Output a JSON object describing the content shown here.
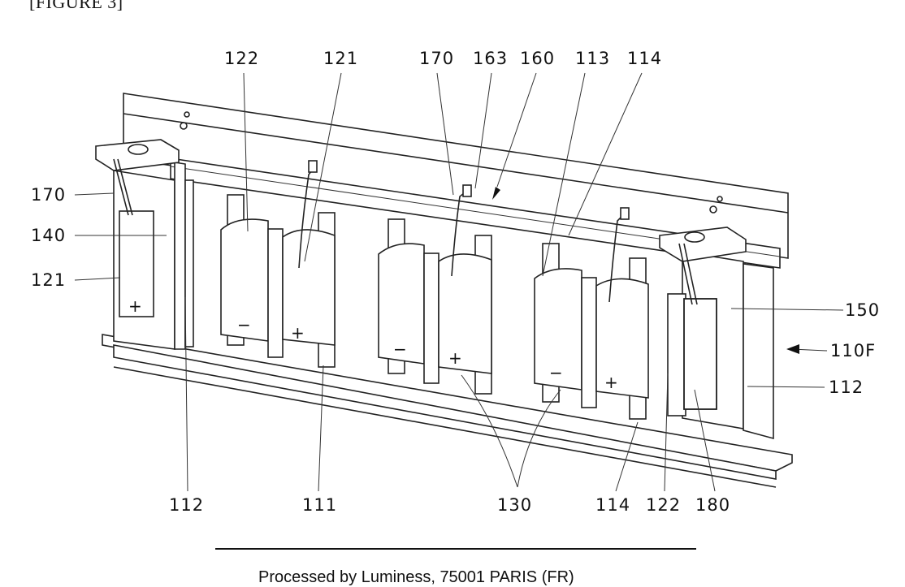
{
  "figure_label": "[FIGURE 3]",
  "footer": "Processed by Luminess, 75001 PARIS (FR)",
  "signs": {
    "plus": "+",
    "minus": "−"
  },
  "labels": {
    "top_122": "122",
    "top_121": "121",
    "top_170": "170",
    "top_163": "163",
    "top_160": "160",
    "top_113": "113",
    "top_114": "114",
    "left_170": "170",
    "left_140": "140",
    "left_121": "121",
    "right_150": "150",
    "right_110F": "110F",
    "right_112": "112",
    "bottom_112": "112",
    "bottom_111": "111",
    "bottom_130": "130",
    "bottom_114": "114",
    "bottom_122": "122",
    "bottom_180": "180"
  }
}
